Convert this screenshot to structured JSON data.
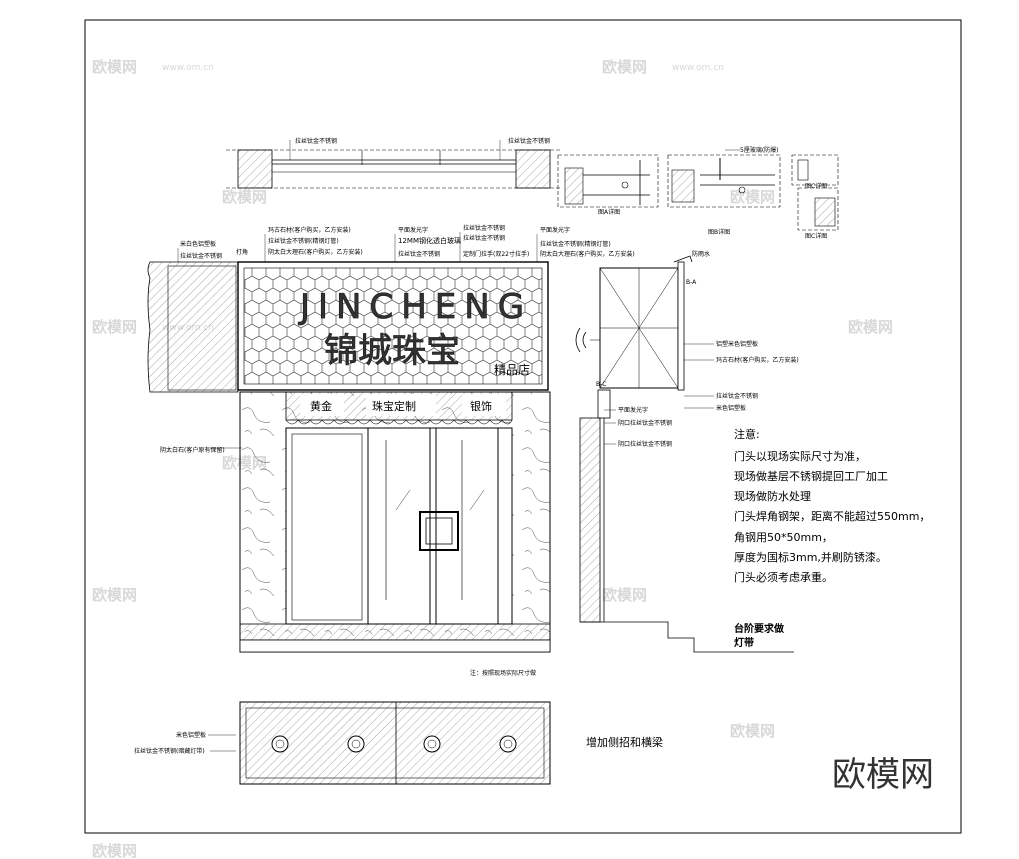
{
  "top_detail": {
    "label_left": "拉丝钛金不锈钢",
    "label_right": "拉丝钛金不锈钢"
  },
  "details": {
    "a": "图A详图",
    "b": "图B详图",
    "c": "图C详图",
    "b_top": "5厘玻璃(防爆)",
    "fang_shui": "防雨水"
  },
  "annotations_top": [
    "米白色铝塑板",
    "拉丝钛金不锈钢",
    "打角",
    "玛古石材(客户购买，乙方安装)",
    "拉丝钛金不锈钢(精钢灯管)",
    "阴太白大理石(客户购买，乙方安装)",
    "平面发光字",
    "12MM钢化透白玻璃",
    "拉丝钛金不锈钢",
    "拉丝钛金不锈钢",
    "拉丝钛金不锈钢",
    "定制门拉手(双22寸拉手)",
    "平面发光字",
    "拉丝钛金不锈钢(精钢灯管)",
    "阴太白大理石(客户购买，乙方安装)"
  ],
  "sign": {
    "letters": "JINCHENG",
    "chinese": "锦城珠宝",
    "sub": "精品店",
    "band_items": [
      "黄金",
      "珠宝定制",
      "银饰"
    ]
  },
  "left_label": "阴太白石(客户原有保留)",
  "section_labels": [
    "B-A",
    "铝塑米色铝塑板",
    "玛古石材(客户购买，乙方安装)",
    "拉丝钛金不锈钢",
    "米色铝塑板",
    "平面发光字",
    "B-C",
    "阴口拉丝钛金不锈钢",
    "阴口拉丝钛金不锈钢"
  ],
  "notes": {
    "title": "注意:",
    "lines": [
      "门头以现场实际尺寸为准，",
      "现场做基层不锈钢提回工厂加工",
      "现场做防水处理",
      "门头焊角钢架，距离不能超过550mm，",
      "角钢用50*50mm，",
      "厚度为国标3mm,并刷防锈漆。",
      "门头必须考虑承重。"
    ]
  },
  "step_label_1": "台阶要求做",
  "step_label_2": "灯带",
  "bottom_note": "注：按照现场实际尺寸做",
  "plan": {
    "label_1": "米色铝塑板",
    "label_2": "拉丝钛金不锈钢(暗藏灯带)",
    "caption": "增加侧招和横梁"
  },
  "watermark": {
    "text": "欧模网",
    "url": "www.om.cn"
  },
  "brand_logo": "欧模网"
}
